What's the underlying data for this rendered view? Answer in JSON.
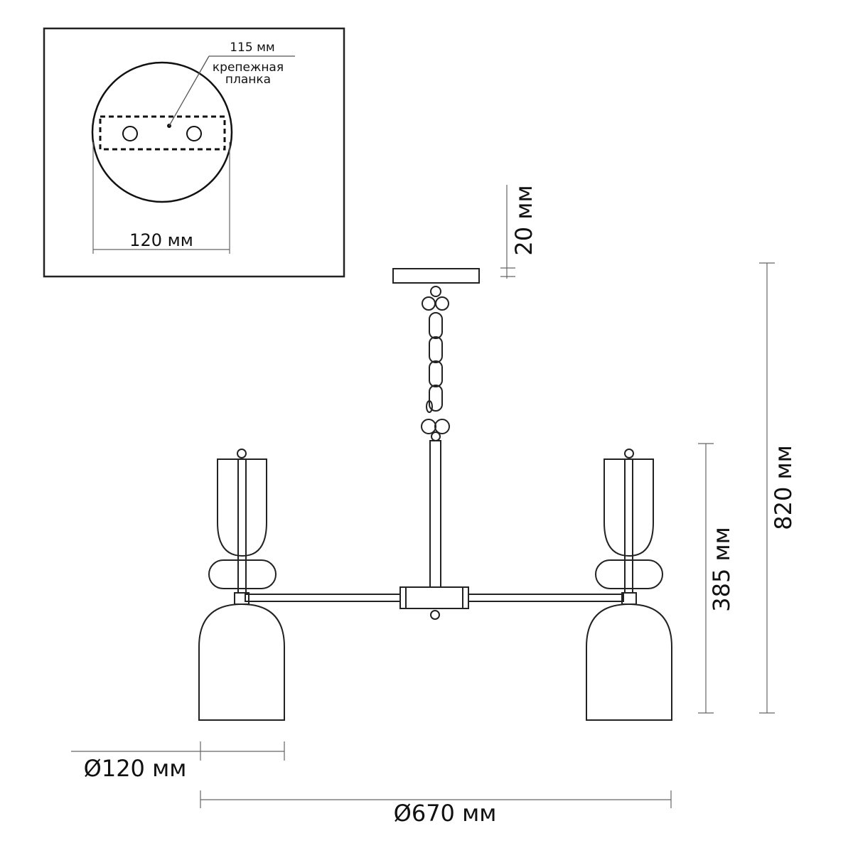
{
  "inset": {
    "mounting_plate_width_label": "115 мм",
    "mounting_plate_label_line1": "крепежная",
    "mounting_plate_label_line2": "планка",
    "canopy_diameter_label": "120 мм"
  },
  "dimensions": {
    "canopy_height_label": "20 мм",
    "total_height_label": "820 мм",
    "body_height_label": "385 мм",
    "shade_diameter_label": "Ø120 мм",
    "overall_diameter_label": "Ø670 мм"
  }
}
